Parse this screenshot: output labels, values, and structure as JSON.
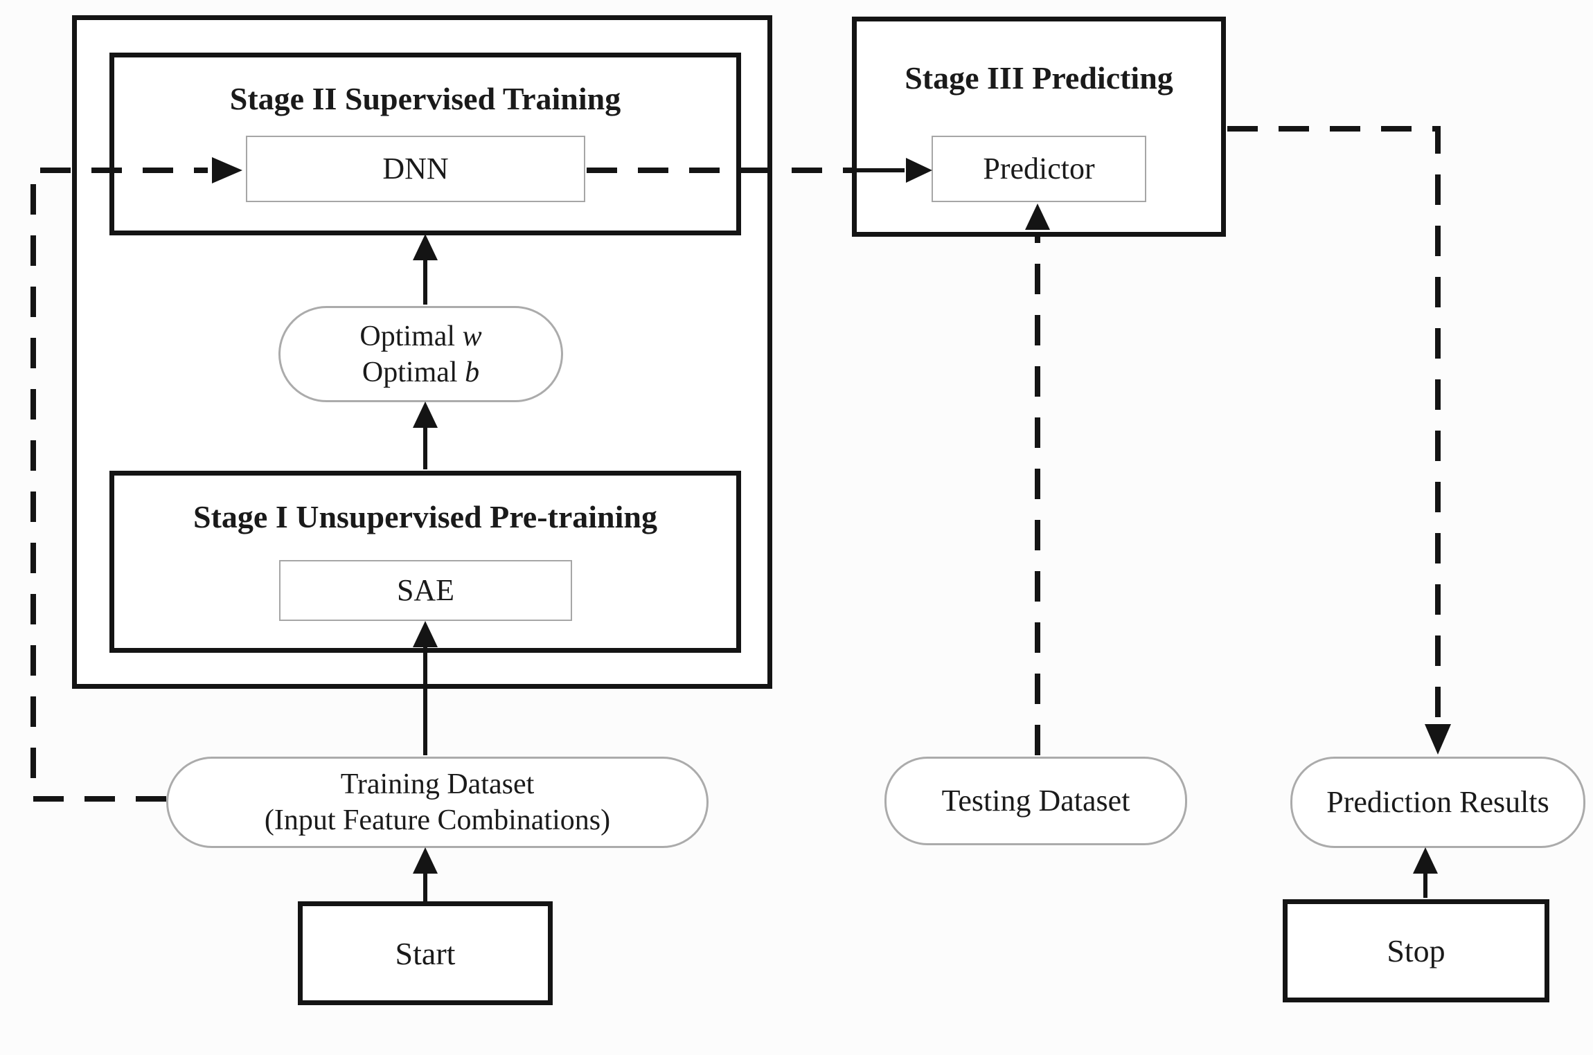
{
  "nodes": {
    "stage2": {
      "title": "Stage II Supervised Training",
      "label": "DNN"
    },
    "stage1": {
      "title": "Stage I Unsupervised Pre-training",
      "label": "SAE"
    },
    "stage3": {
      "title": "Stage III Predicting",
      "label": "Predictor"
    },
    "optimal": {
      "word1": "Optimal",
      "var1": "w",
      "word2": "Optimal",
      "var2": "b"
    },
    "training": {
      "line1": "Training Dataset",
      "line2": "(Input Feature Combinations)"
    },
    "testing": {
      "label": "Testing Dataset"
    },
    "prediction": {
      "label": "Prediction Results"
    },
    "start": {
      "label": "Start"
    },
    "stop": {
      "label": "Stop"
    }
  },
  "colors": {
    "line": "#141414",
    "thin_box_border": "#a6a6a6",
    "stadium_border": "#ababab",
    "background": "#fcfcfc",
    "text": "#1a1a1a"
  }
}
